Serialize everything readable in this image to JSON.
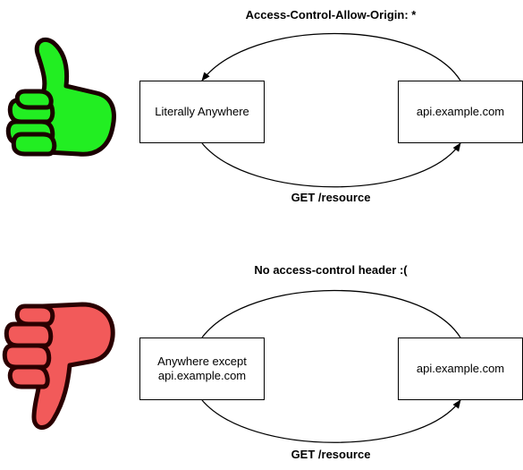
{
  "colors": {
    "thumbs_up_fill": "#22ee22",
    "thumbs_down_fill": "#f25a5a",
    "icon_outline": "#1a0000",
    "line": "#000000"
  },
  "scenarios": [
    {
      "icon": "thumbs-up-icon",
      "response_label": "Access-Control-Allow-Origin: *",
      "request_label": "GET /resource",
      "origin_lines": [
        "Literally Anywhere"
      ],
      "server_label": "api.example.com"
    },
    {
      "icon": "thumbs-down-icon",
      "response_label": "No access-control header :(",
      "request_label": "GET /resource",
      "origin_lines": [
        "Anywhere except",
        "api.example.com"
      ],
      "server_label": "api.example.com"
    }
  ]
}
